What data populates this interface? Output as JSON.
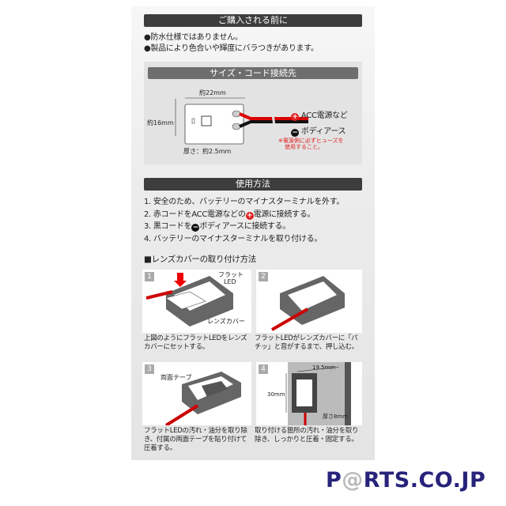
{
  "notice": {
    "title": "ご購入される前に",
    "bullets": [
      "●防水仕様ではありません。",
      "●製品により色合いや輝度にバラつきがあります。"
    ]
  },
  "size": {
    "title": "サイズ・コード接続先",
    "width": "約22mm",
    "height": "約16mm",
    "thickness": "厚さ：約2.5mm",
    "plus_symbol": "+",
    "minus_symbol": "−",
    "acc": "ACC電源など",
    "body": "ボディアース",
    "warning": [
      "※電源側に必ずヒューズを",
      "使用すること。"
    ]
  },
  "usage": {
    "title": "使用方法",
    "steps": [
      "1. 安全のため、バッテリーのマイナスターミナルを外す。",
      "2. 赤コードをACC電源などの",
      "電源に接続する。",
      "3. 黒コードを",
      "ボディアースに接続する。",
      "4. バッテリーのマイナスターミナルを取り付ける。"
    ]
  },
  "lens": {
    "title": "■レンズカバーの取り付け方法",
    "steps": [
      {
        "num": "1",
        "labels": [
          "フラット",
          "LED",
          "レンズカバー"
        ],
        "caption": [
          "上図のようにフラットLEDをレンズ",
          "カバーにセットする。"
        ]
      },
      {
        "num": "2",
        "labels": [],
        "caption": [
          "フラットLEDがレンズカバーに「パ",
          "チッ」と音がするまで、押し込む。"
        ]
      },
      {
        "num": "3",
        "labels": [
          "両面テープ"
        ],
        "caption": [
          "フラットLEDの汚れ・油分を取り除",
          "き、付属の両面テープを貼り付けて",
          "圧着する。"
        ]
      },
      {
        "num": "4",
        "labels": [
          "19.5mm",
          "30mm",
          "厚さ8mm"
        ],
        "caption": [
          "取り付ける箇所の汚れ・油分を取り",
          "除き、しっかりと圧着・固定する。"
        ]
      }
    ]
  },
  "logo": {
    "pre": "P",
    "at": "@",
    "post": "RTS.CO.JP"
  },
  "colors": {
    "header": "#3d3d3d",
    "red": "#e02020",
    "logo": "#27237a"
  }
}
